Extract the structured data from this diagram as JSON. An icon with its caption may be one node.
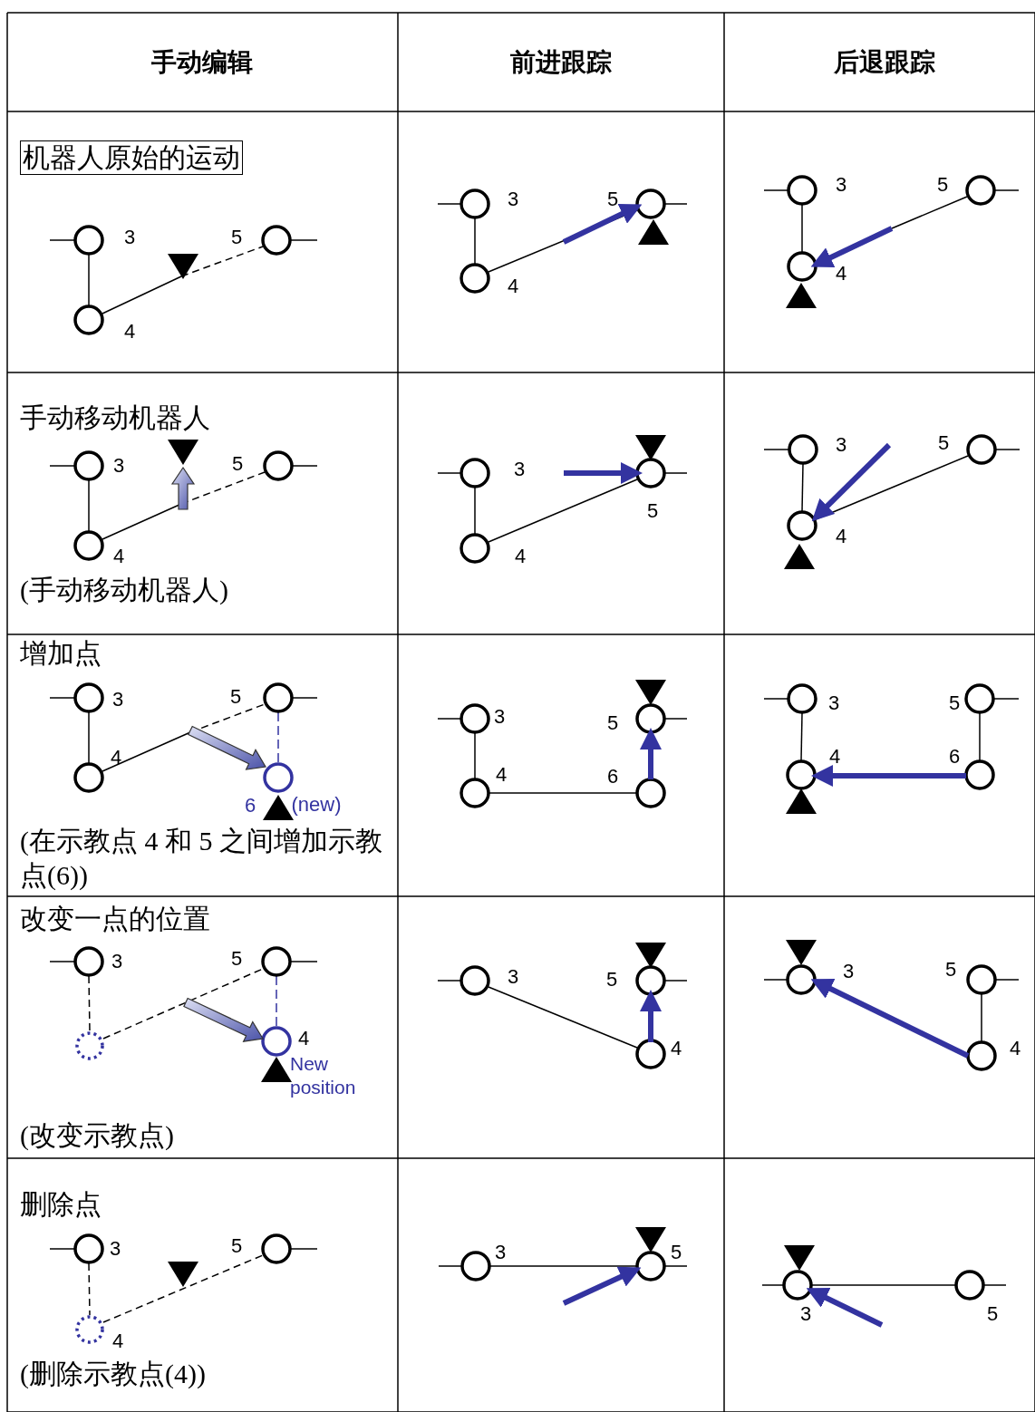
{
  "diagram": {
    "labels": [
      "手动编辑",
      "前进跟踪",
      "后退跟踪",
      "机器人原始的运动",
      "3",
      "5",
      "4",
      "3",
      "5",
      "4",
      "3",
      "5",
      "4",
      "手动移动机器人",
      "3",
      "5",
      "4",
      "(手动移动机器人)",
      "3",
      "5",
      "4",
      "3",
      "5",
      "4",
      "增加点",
      "3",
      "5",
      "4",
      "6",
      "(new)",
      "(在示教点 4 和 5 之间增加示教点(6))",
      "3",
      "5",
      "4",
      "6",
      "3",
      "5",
      "4",
      "6",
      "改变一点的位置",
      "3",
      "5",
      "4",
      "New position",
      "(改变示教点)",
      "3",
      "5",
      "4",
      "3",
      "5",
      "4",
      "删除点",
      "3",
      "5",
      "4",
      "(删除示教点(4))",
      "3",
      "5",
      "3",
      "5"
    ]
  }
}
